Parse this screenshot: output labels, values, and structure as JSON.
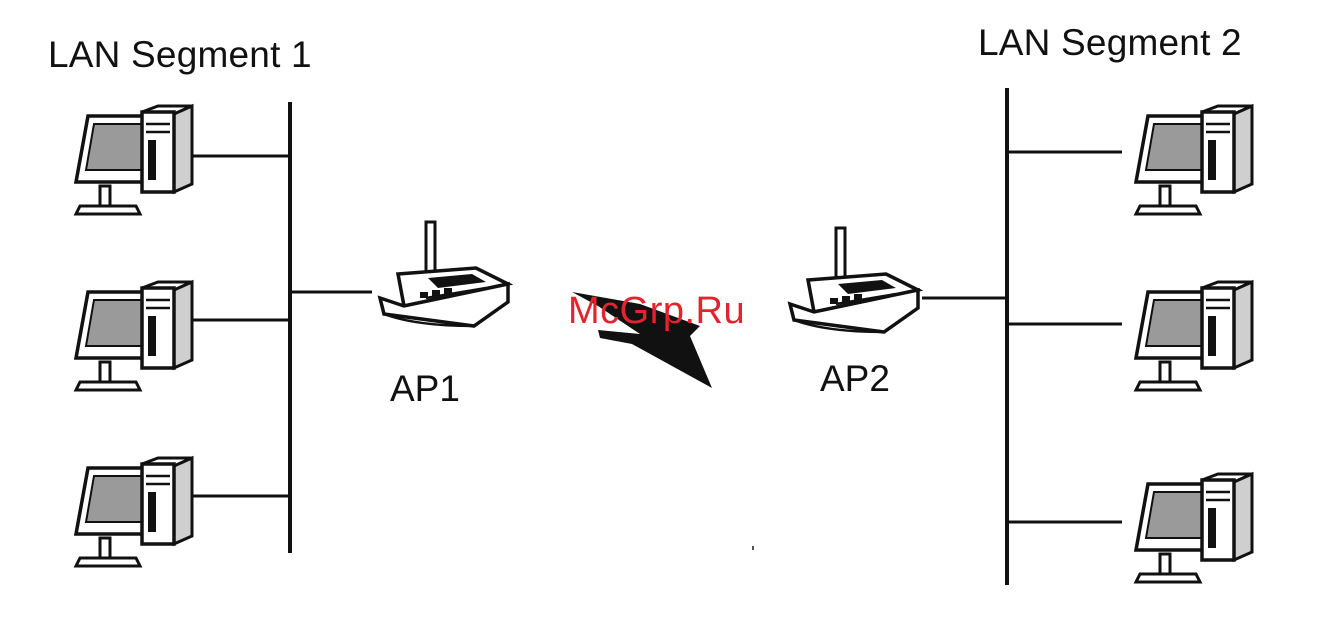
{
  "segments": [
    {
      "label": "LAN Segment 1"
    },
    {
      "label": "LAN Segment 2"
    }
  ],
  "access_points": [
    {
      "label": "AP1"
    },
    {
      "label": "AP2"
    }
  ],
  "watermark": "McGrp.Ru",
  "colors": {
    "line": "#111111",
    "device_fill": "#ffffff",
    "screen_fill": "#9a9a9a",
    "watermark": "#e0252f"
  }
}
